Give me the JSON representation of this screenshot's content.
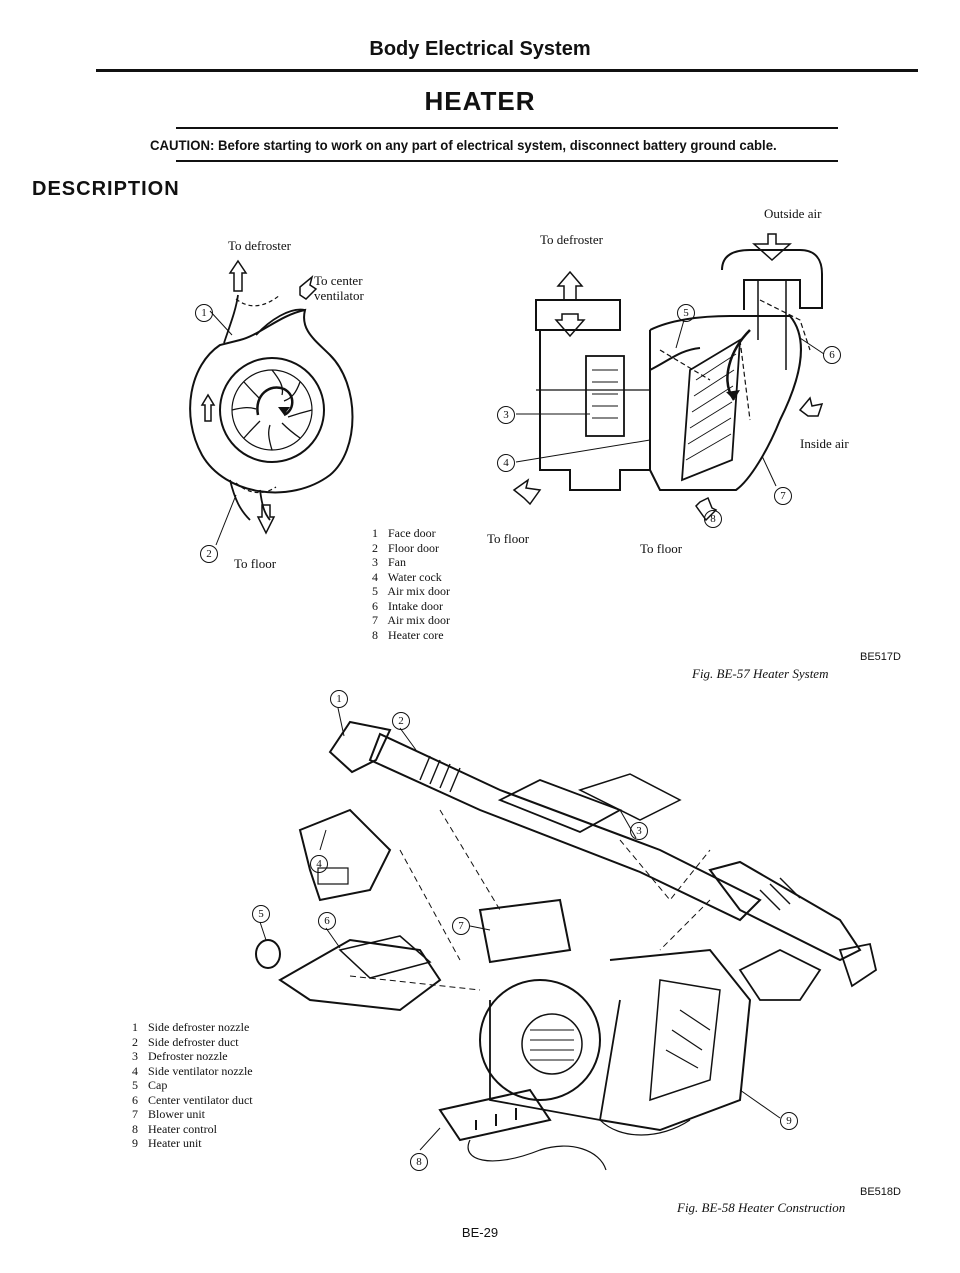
{
  "header": {
    "section_title": "Body Electrical System",
    "main_title": "HEATER",
    "caution_label": "CAUTION:",
    "caution_text": "Before starting to work on any part of electrical system, disconnect battery ground cable.",
    "description_heading": "DESCRIPTION"
  },
  "fig57": {
    "left_view": {
      "to_defroster": "To defroster",
      "to_center_ventilator_1": "To center",
      "to_center_ventilator_2": "ventilator",
      "to_floor": "To floor",
      "callouts": [
        "1",
        "2"
      ]
    },
    "right_view": {
      "to_defroster": "To defroster",
      "outside_air": "Outside air",
      "inside_air": "Inside air",
      "to_floor_left": "To floor",
      "to_floor_right": "To floor",
      "callouts": [
        "3",
        "4",
        "5",
        "6",
        "7",
        "8"
      ]
    },
    "legend": [
      {
        "num": "1",
        "text": "Face door"
      },
      {
        "num": "2",
        "text": "Floor door"
      },
      {
        "num": "3",
        "text": "Fan"
      },
      {
        "num": "4",
        "text": "Water cock"
      },
      {
        "num": "5",
        "text": "Air mix door"
      },
      {
        "num": "6",
        "text": "Intake door"
      },
      {
        "num": "7",
        "text": "Air mix door"
      },
      {
        "num": "8",
        "text": "Heater core"
      }
    ],
    "code": "BE517D",
    "caption": "Fig. BE-57  Heater System"
  },
  "fig58": {
    "callouts": [
      "1",
      "2",
      "3",
      "4",
      "5",
      "6",
      "7",
      "8",
      "9"
    ],
    "legend": [
      {
        "num": "1",
        "text": "Side defroster nozzle"
      },
      {
        "num": "2",
        "text": "Side defroster duct"
      },
      {
        "num": "3",
        "text": "Defroster nozzle"
      },
      {
        "num": "4",
        "text": "Side ventilator nozzle"
      },
      {
        "num": "5",
        "text": "Cap"
      },
      {
        "num": "6",
        "text": "Center ventilator duct"
      },
      {
        "num": "7",
        "text": "Blower unit"
      },
      {
        "num": "8",
        "text": "Heater control"
      },
      {
        "num": "9",
        "text": "Heater unit"
      }
    ],
    "code": "BE518D",
    "caption": "Fig. BE-58  Heater Construction"
  },
  "footer": {
    "page_number": "BE-29"
  }
}
